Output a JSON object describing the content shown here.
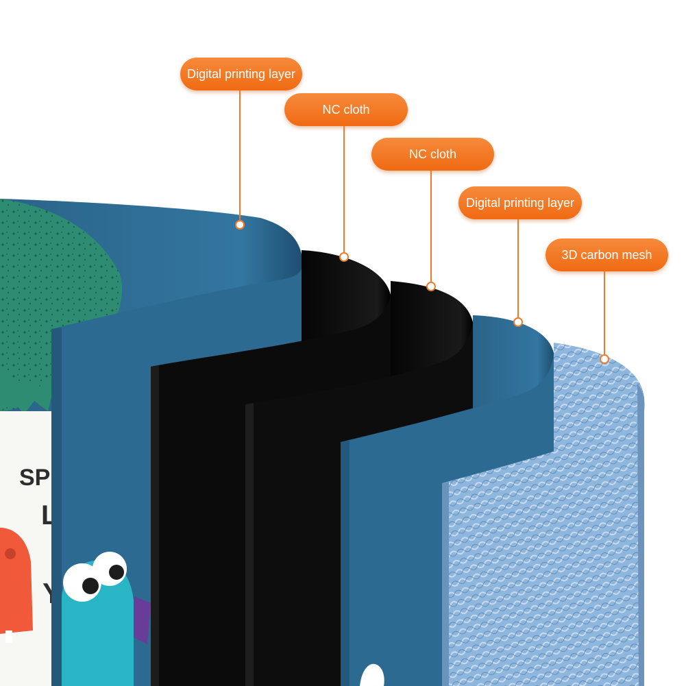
{
  "callouts": [
    {
      "label": "Digital printing layer"
    },
    {
      "label": "NC cloth"
    },
    {
      "label": "NC cloth"
    },
    {
      "label": "Digital printing layer"
    },
    {
      "label": "3D carbon mesh"
    }
  ],
  "print_text": [
    "SPE",
    "L",
    "Y"
  ],
  "colors": {
    "accent": "#f07a2a",
    "print_blue": "#2f6a90",
    "cloth_black": "#111111",
    "mesh_blue": "#8fb6dc",
    "dino_green": "#2e8c72"
  }
}
